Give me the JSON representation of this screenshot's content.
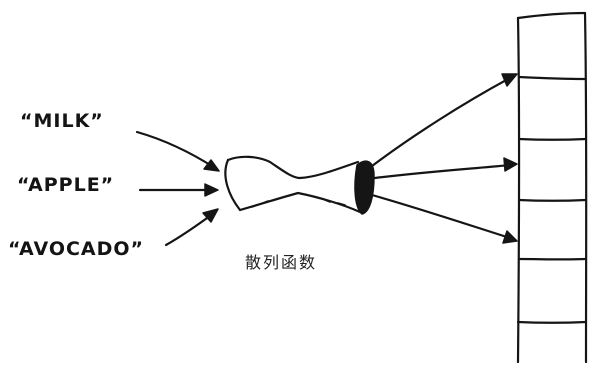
{
  "inputs": [
    {
      "label": "“MILK”"
    },
    {
      "label": "“APPLE”"
    },
    {
      "label": "“AVOCADO”"
    }
  ],
  "function_label": "散列函数",
  "array": {
    "slot_count": 6
  }
}
